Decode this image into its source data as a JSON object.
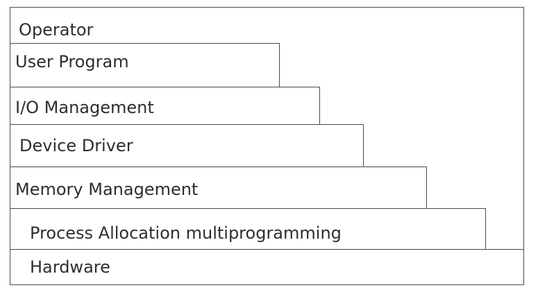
{
  "diagram": {
    "layers": [
      {
        "id": "operator",
        "label": "Operator"
      },
      {
        "id": "user-program",
        "label": "User Program"
      },
      {
        "id": "io-management",
        "label": "I/O Management"
      },
      {
        "id": "device-driver",
        "label": "Device Driver"
      },
      {
        "id": "memory-management",
        "label": "Memory Management"
      },
      {
        "id": "process-allocation",
        "label": "Process Allocation multiprogramming"
      },
      {
        "id": "hardware",
        "label": "Hardware"
      }
    ]
  }
}
